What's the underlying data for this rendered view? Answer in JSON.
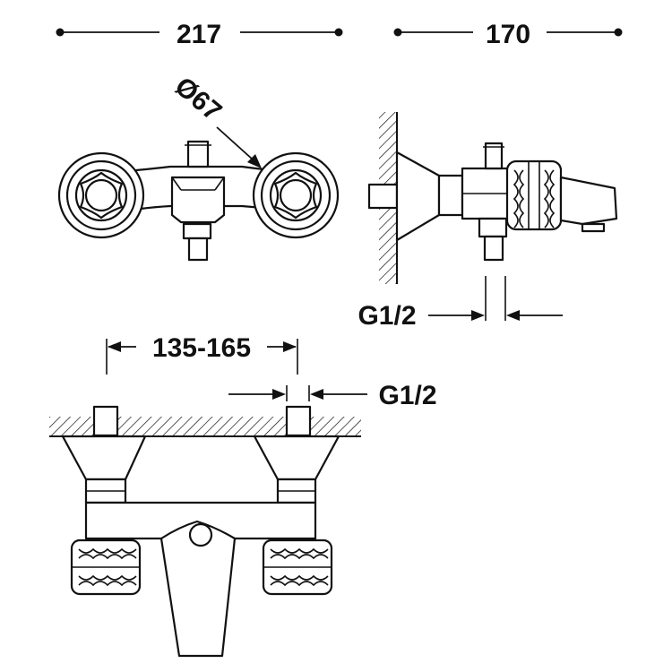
{
  "dimensions": {
    "top_width": "217",
    "top_depth": "170",
    "diameter": "Ø67",
    "side_connection": "G1/2",
    "center_distance": "135-165",
    "front_connection": "G1/2"
  },
  "colors": {
    "line": "#111111",
    "background": "#ffffff"
  }
}
